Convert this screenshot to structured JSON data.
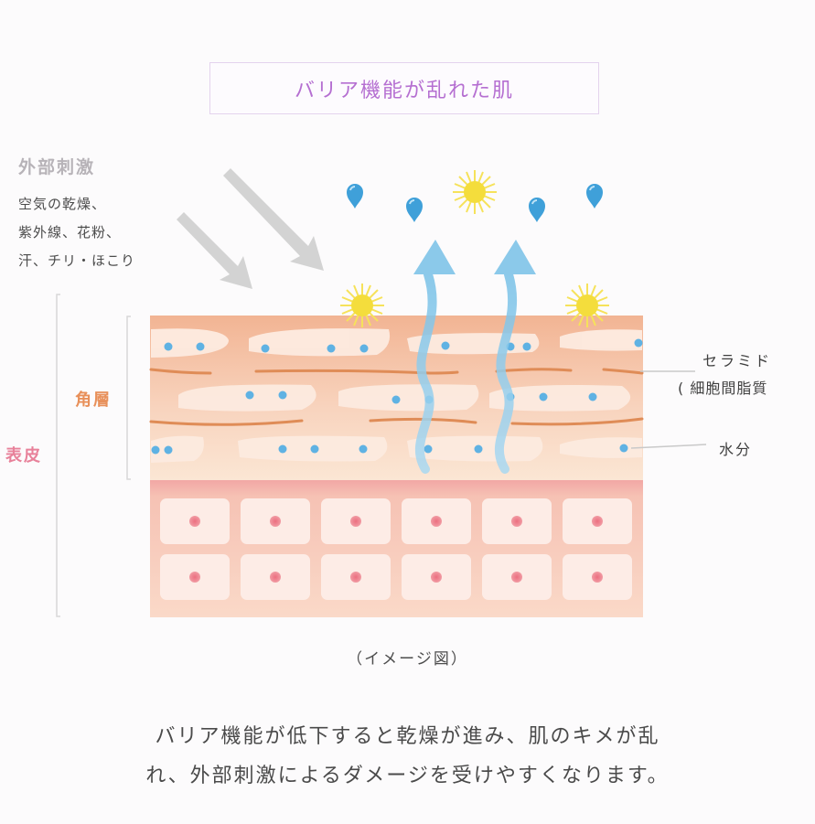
{
  "title": "バリア機能が乱れた肌",
  "external": {
    "title": "外部刺激",
    "lines": [
      "空気の乾燥、",
      "紫外線、花粉、",
      "汗、チリ・ほこり"
    ]
  },
  "labels": {
    "stratum_corneum": "角層",
    "epidermis": "表皮",
    "ceramide_line1": "セラミド",
    "ceramide_line2": "( 細胞間脂質",
    "water": "水分"
  },
  "caption": "（イメージ図）",
  "description": {
    "line1": "バリア機能が低下すると乾燥が進み、肌のキメが乱",
    "line2": "れ、外部刺激によるダメージを受けやすくなります。"
  },
  "colors": {
    "title_text": "#b56fd1",
    "title_border": "#e4d3ee",
    "stratum_label": "#e8905a",
    "epidermis_label": "#e8819a",
    "water_drop": "#3fa0d9",
    "sun": "#f4dd3c",
    "arrow_gray": "#d0d0d0",
    "lipid": "#dd8a55",
    "cell_fill": "#fdece6"
  },
  "icons": [
    "sun-icon",
    "water-drop-icon",
    "wavy-up-arrow-icon",
    "diagonal-arrow-icon"
  ]
}
